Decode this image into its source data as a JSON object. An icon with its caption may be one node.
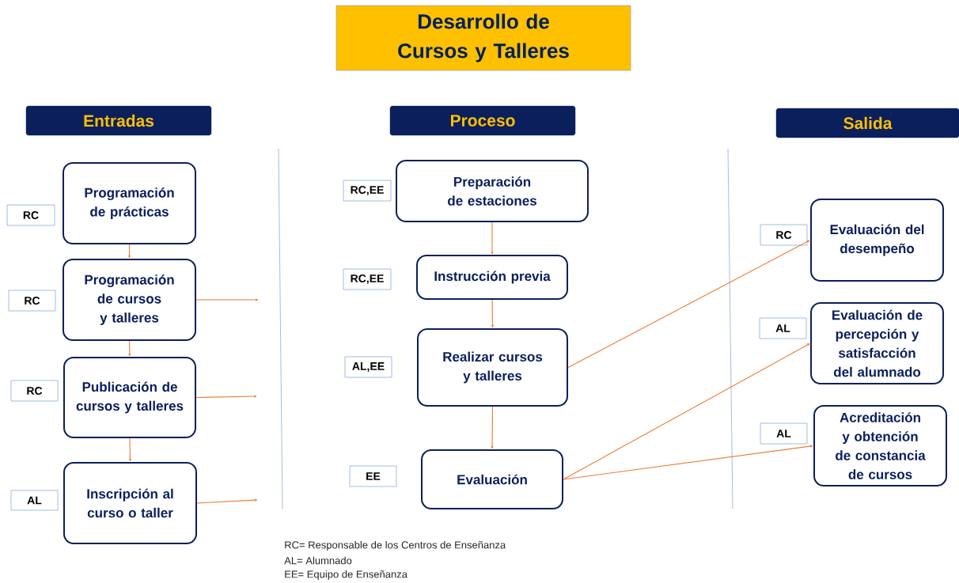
{
  "diagram": {
    "title": "Desarrollo de Cursos y Talleres",
    "nodes": [
      {
        "text": [
          "Entradas"
        ]
      },
      {
        "text": [
          "Proceso"
        ]
      },
      {
        "text": [
          "Salida"
        ]
      },
      {
        "text": [
          "RC"
        ]
      },
      {
        "text": [
          "Programación de prácticas"
        ]
      },
      {
        "text": [
          "RC"
        ]
      },
      {
        "text": [
          "Programación de cursos y talleres"
        ]
      },
      {
        "text": [
          "RC"
        ]
      },
      {
        "text": [
          "Publicación de cursos y talleres"
        ]
      },
      {
        "text": [
          "AL"
        ]
      },
      {
        "text": [
          "Inscripción al curso o taller"
        ]
      },
      {
        "text": [
          "RC,EE"
        ]
      },
      {
        "text": [
          "Preparación de estaciones"
        ]
      },
      {
        "text": [
          "RC,EE"
        ]
      },
      {
        "text": [
          "Instrucción previa"
        ]
      },
      {
        "text": [
          "AL,EE"
        ]
      },
      {
        "text": [
          "Realizar cursos y talleres"
        ]
      },
      {
        "text": [
          "EE"
        ]
      },
      {
        "text": [
          "Evaluación"
        ]
      },
      {
        "text": [
          "RC"
        ]
      },
      {
        "text": [
          "Evaluación del desempeño"
        ]
      },
      {
        "text": [
          "AL"
        ]
      },
      {
        "text": [
          "Evaluación de percepción y satisfacción del alumnado"
        ]
      },
      {
        "text": [
          "AL"
        ]
      },
      {
        "text": [
          "Acreditación y obtención de constancia de cursos"
        ]
      }
    ],
    "edges": [
      {
        "from": 4,
        "to": 6,
        "arrow": "to"
      },
      {
        "from": 6,
        "to": 8,
        "arrow": "to"
      },
      {
        "from": 8,
        "to": 10,
        "arrow": "to"
      },
      {
        "from": 6,
        "to": null,
        "arrow": "to"
      },
      {
        "from": 8,
        "to": null,
        "arrow": "to"
      },
      {
        "from": 10,
        "to": null,
        "arrow": "to"
      },
      {
        "from": 12,
        "to": 14,
        "arrow": "to"
      },
      {
        "from": 14,
        "to": 16,
        "arrow": "to"
      },
      {
        "from": 16,
        "to": 18,
        "arrow": "to"
      },
      {
        "from": 16,
        "to": 20,
        "arrow": "to"
      },
      {
        "from": 18,
        "to": 22,
        "arrow": "to"
      },
      {
        "from": 18,
        "to": 24,
        "arrow": "to"
      }
    ],
    "labels": [
      "RC= Responsable de los Centros de Enseñanza",
      "AL= Alumnado",
      "EE= Equipo de Enseñanza"
    ]
  }
}
